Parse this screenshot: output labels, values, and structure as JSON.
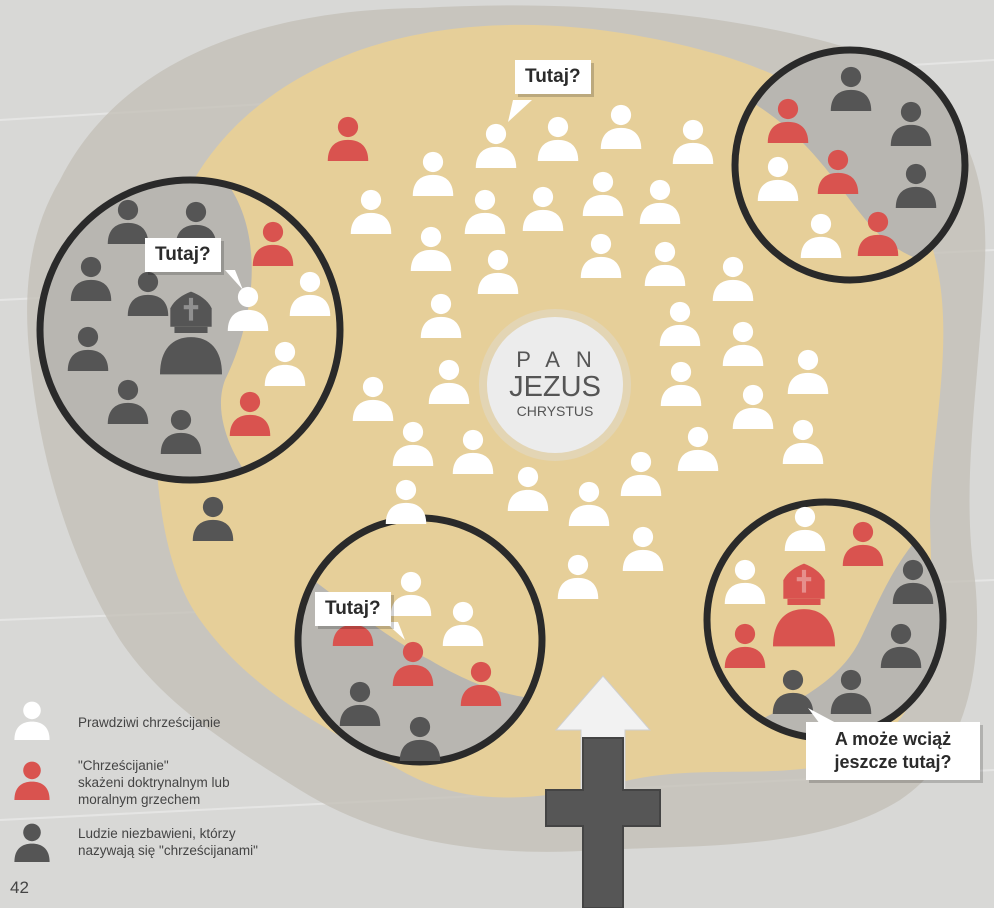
{
  "center": {
    "line1": "PAN",
    "line2": "JEZUS",
    "line3": "CHRYSTUS"
  },
  "bubbles": {
    "top": "Tutaj?",
    "left": "Tutaj?",
    "bottom": "Tutaj?",
    "bottom_right": "A może wciąż jeszcze tutaj?"
  },
  "legend": {
    "white": {
      "color": "#ffffff",
      "text": "Prawdziwi chrześcijanie"
    },
    "red": {
      "color": "#d9534f",
      "line1": "\"Chrześcijanie\"",
      "line2": "skażeni doktrynalnym lub",
      "line3": "moralnym grzechem"
    },
    "grey": {
      "color": "#555555",
      "line1": "Ludzie niezbawieni, którzy",
      "line2": "nazywają się \"chrześcijanami\""
    }
  },
  "colors": {
    "blob": "#e6cf99",
    "border_circle": "#2a2a2a",
    "cross": "#565656",
    "arrow": "#f2f2f2"
  },
  "page_number": "42",
  "icons": [
    "person-icon",
    "bishop-icon",
    "cross-icon",
    "arrow-up-icon"
  ]
}
